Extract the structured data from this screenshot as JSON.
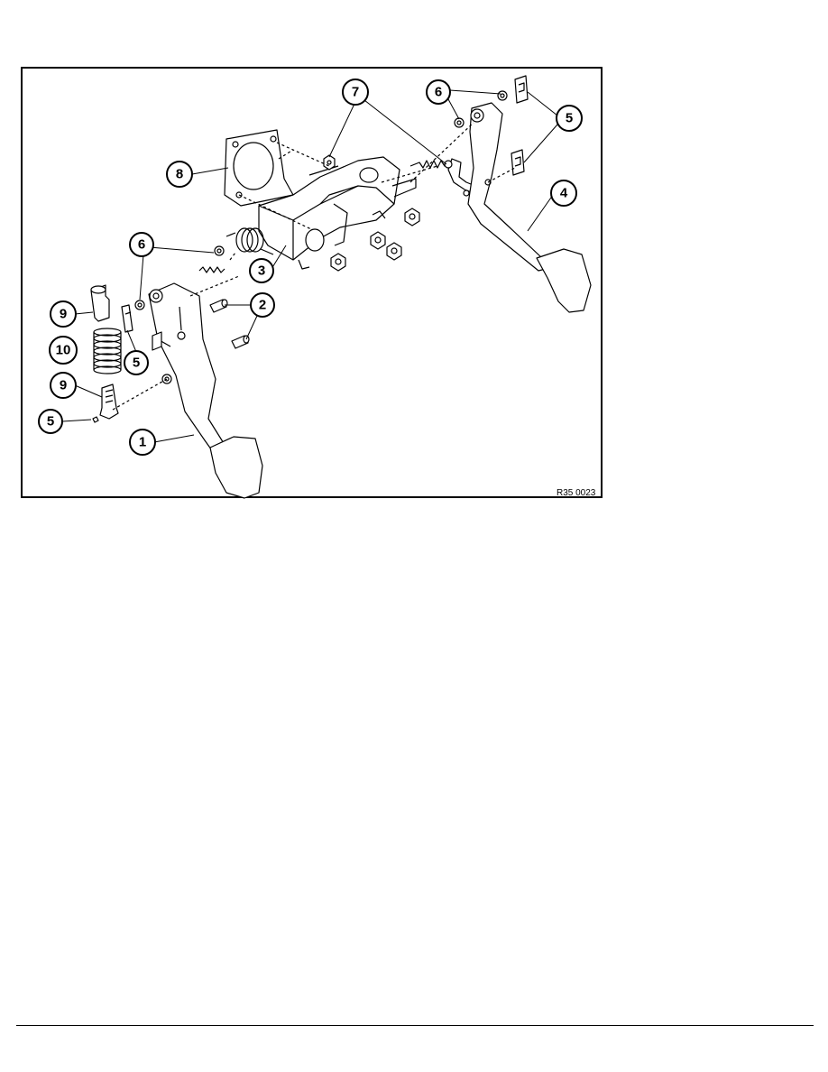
{
  "figure": {
    "code": "R35 0023",
    "callouts": [
      {
        "id": "c7",
        "label": "7"
      },
      {
        "id": "c6a",
        "label": "6"
      },
      {
        "id": "c5a",
        "label": "5"
      },
      {
        "id": "c8",
        "label": "8"
      },
      {
        "id": "c4",
        "label": "4"
      },
      {
        "id": "c6b",
        "label": "6"
      },
      {
        "id": "c3",
        "label": "3"
      },
      {
        "id": "c2",
        "label": "2"
      },
      {
        "id": "c9a",
        "label": "9"
      },
      {
        "id": "c10",
        "label": "10"
      },
      {
        "id": "c5b",
        "label": "5"
      },
      {
        "id": "c9b",
        "label": "9"
      },
      {
        "id": "c5c",
        "label": "5"
      },
      {
        "id": "c1",
        "label": "1"
      }
    ]
  }
}
